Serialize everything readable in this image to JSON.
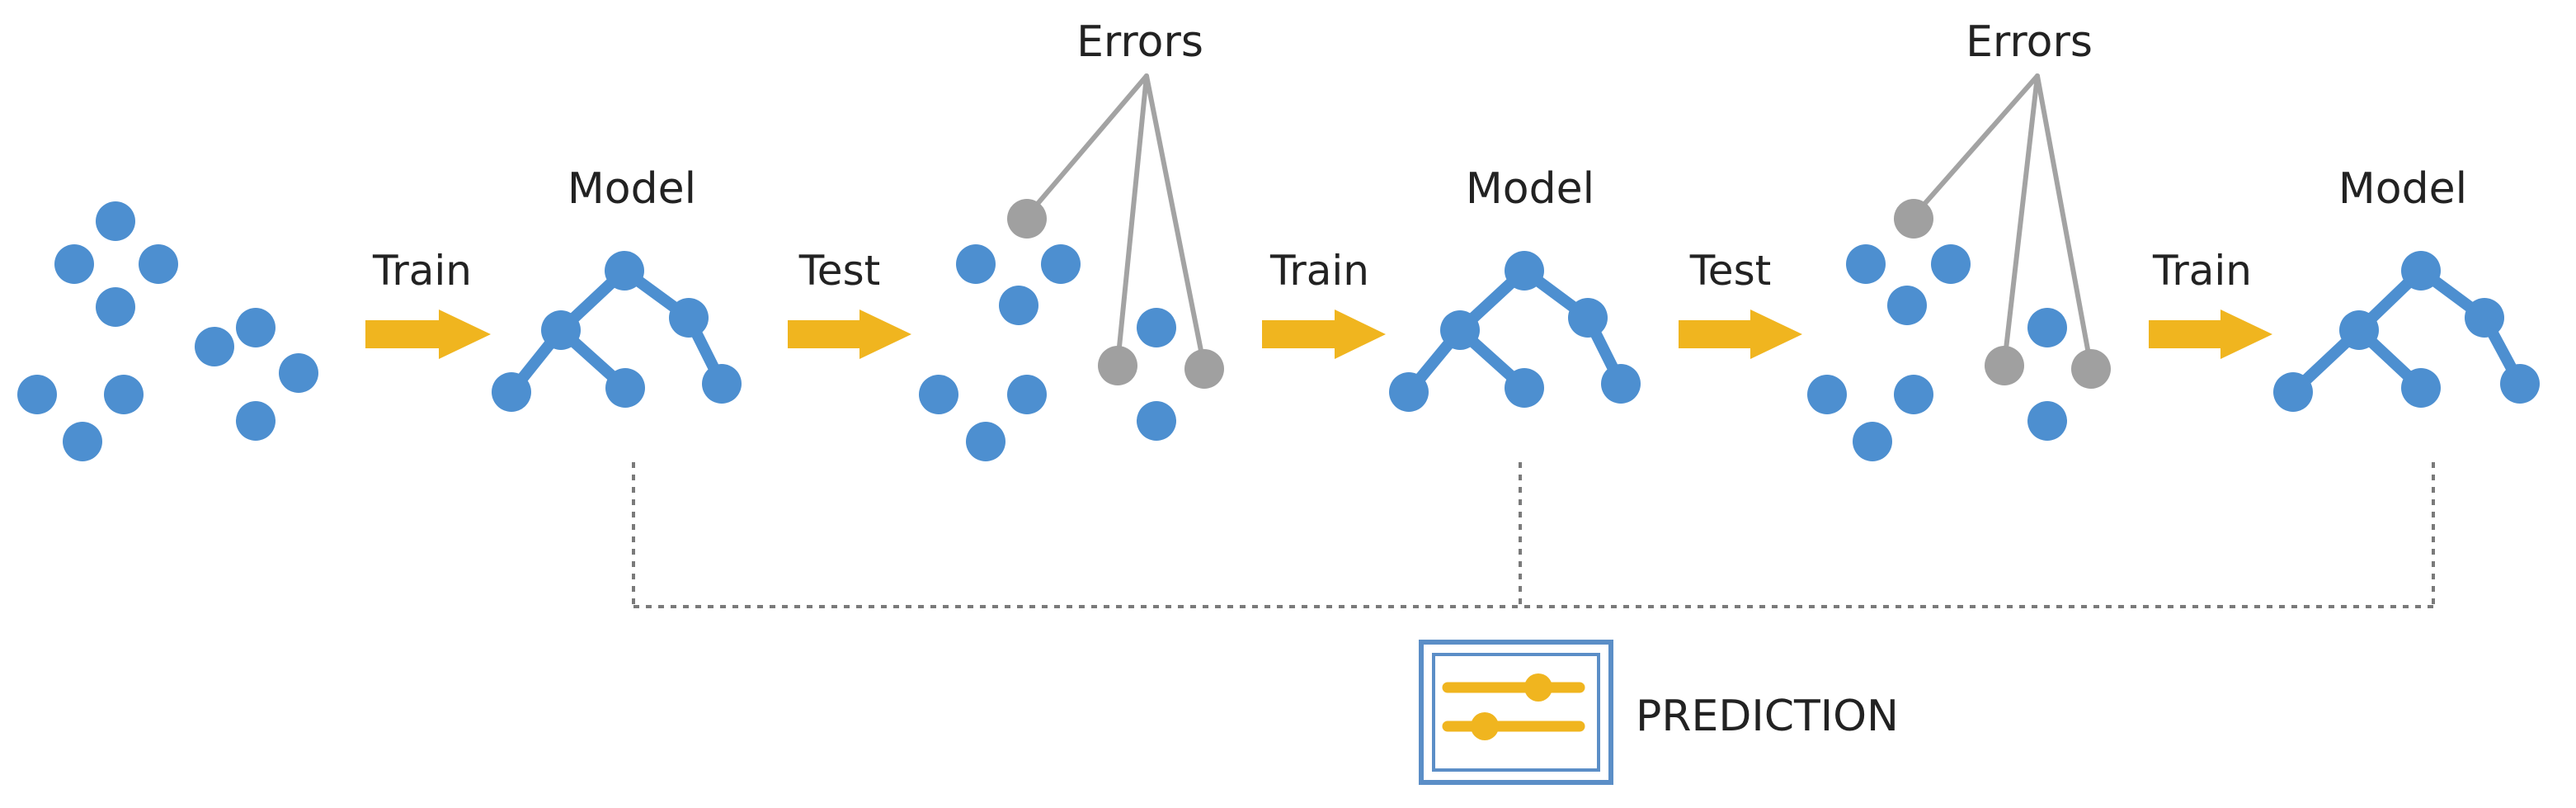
{
  "colors": {
    "point": "#4d8fd0",
    "error_point": "#a0a0a0",
    "arrow": "#f0b51f",
    "line": "#a3a3a3",
    "dotted": "#7a7a7a",
    "prediction_box": "#5b8ec7",
    "text": "#222222"
  },
  "labels": {
    "model_1": "Model",
    "model_2": "Model",
    "model_3": "Model",
    "train_1": "Train",
    "train_2": "Train",
    "train_3": "Train",
    "test_1": "Test",
    "test_2": "Test",
    "errors_1": "Errors",
    "errors_2": "Errors",
    "prediction": "PREDICTION"
  },
  "icons": {
    "prediction": "slider-icon",
    "model": "tree-icon",
    "arrow": "arrow-right-icon"
  }
}
